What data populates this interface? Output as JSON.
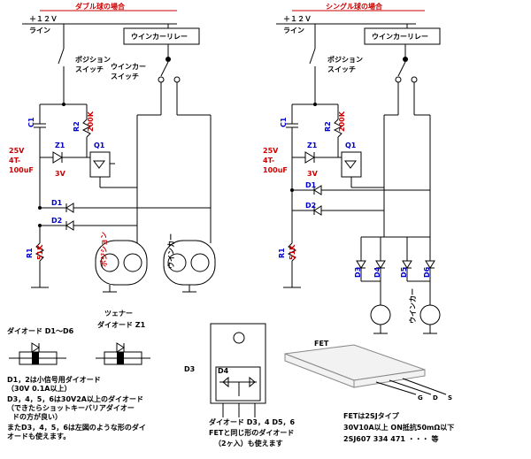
{
  "left": {
    "title": "ダブル球の場合",
    "line": "＋１２Ｖ",
    "line2": "ライン",
    "relay": "ウインカーリレー",
    "pos_switch": "ポジション",
    "pos_switch2": "スイッチ",
    "win_switch": "ウインカー",
    "win_switch2": "スイッチ",
    "c1": "C1",
    "r2": "R2",
    "r2v": "200K",
    "z1": "Z1",
    "q1": "Q1",
    "cap_v": "25V",
    "cap_a": "4T-",
    "cap_c": "100uF",
    "zv": "3V",
    "d1": "D1",
    "d2": "D2",
    "r1": "R1",
    "r1v": "51K",
    "lamp_pos": "ポジション",
    "lamp_win": "ウインカー"
  },
  "right": {
    "title": "シングル球の場合",
    "line": "＋１２Ｖ",
    "line2": "ライン",
    "relay": "ウインカーリレー",
    "pos_switch": "ポジション",
    "pos_switch2": "スイッチ",
    "c1": "C1",
    "r2": "R2",
    "r2v": "200K",
    "z1": "Z1",
    "q1": "Q1",
    "cap_v": "25V",
    "cap_a": "4T-",
    "cap_c": "100uF",
    "zv": "3V",
    "d1": "D1",
    "d2": "D2",
    "r1": "R1",
    "r1v": "51K",
    "d3": "D3",
    "d4": "D4",
    "d5": "D5",
    "d6": "D6",
    "lamp_win": "ウインカー"
  },
  "legend": {
    "zener_title": "ツェナー",
    "zener_title2": "ダイオード Z1",
    "diode_title": "ダイオード D1～D6",
    "n1": "D1，2は小信号用ダイオード",
    "n1b": "（30V 0.1A以上）",
    "n2": "D3，4，5，6は30V2A以上のダイオード",
    "n2b": "（できたらショットキーバリアダイオー",
    "n2c": "ドの方が良い）",
    "n3": "またD3，4，5，6は左図のような形のダイ",
    "n3b": "オードも使えます。",
    "pkg_d3": "D3",
    "pkg_d4": "D4",
    "pkg_l1": "ダイオード D3，4 D5，6",
    "pkg_l2": "FETと同じ形のダイオード",
    "pkg_l3": "（2ヶ入）も使えます",
    "fet_title": "FET",
    "fet_pins": [
      "G",
      "D",
      "S"
    ],
    "fet_l1": "FETは2SJタイプ",
    "fet_l2": "30V10A以上 ON抵抗50mΩ以下",
    "fet_l3": "2SJ607 334 471 ・・・ 等"
  }
}
